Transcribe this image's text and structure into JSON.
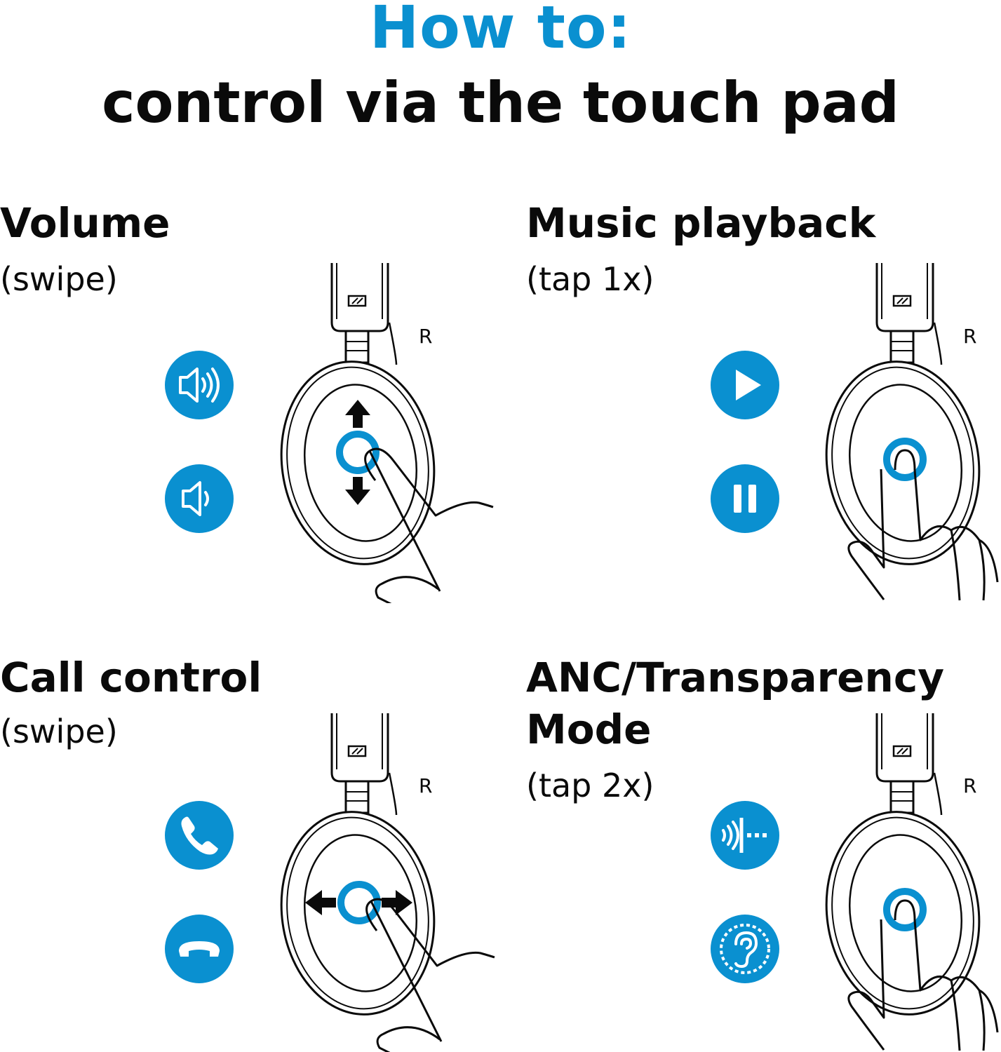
{
  "header": {
    "line1": "How to:",
    "line2": "control via the touch pad"
  },
  "colors": {
    "accent": "#0a90d0",
    "ink": "#0a0a0a"
  },
  "sections": {
    "volume": {
      "title": "Volume",
      "subtitle": "(swipe)",
      "side_label": "R",
      "icons": [
        "volume-up-icon",
        "volume-down-icon"
      ],
      "gesture": "swipe-vertical"
    },
    "music": {
      "title": "Music playback",
      "subtitle": "(tap 1x)",
      "side_label": "R",
      "icons": [
        "play-icon",
        "pause-icon"
      ],
      "gesture": "tap"
    },
    "call": {
      "title": "Call control",
      "subtitle": "(swipe)",
      "side_label": "R",
      "icons": [
        "phone-accept-icon",
        "phone-hangup-icon"
      ],
      "gesture": "swipe-horizontal"
    },
    "anc": {
      "title_line1": "ANC/Transparency",
      "title_line2": "Mode",
      "subtitle": "(tap 2x)",
      "side_label": "R",
      "icons": [
        "anc-icon",
        "transparency-ear-icon"
      ],
      "gesture": "tap"
    }
  }
}
